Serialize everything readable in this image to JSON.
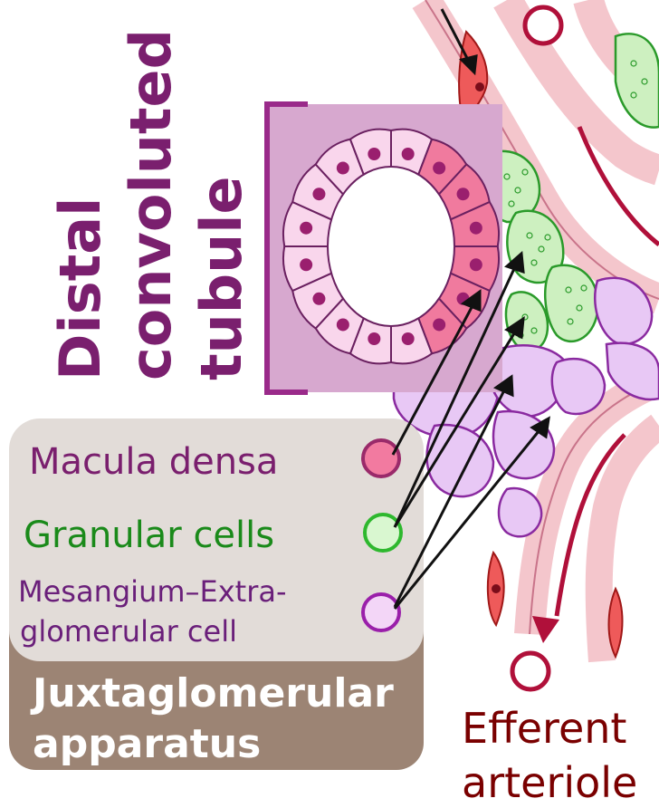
{
  "labels": {
    "dct": [
      "Distal",
      "convoluted",
      "tubule"
    ],
    "macula_densa": "Macula densa",
    "granular_cells": "Granular cells",
    "mesangium": [
      "Mesangium–Extra-",
      "glomerular cell"
    ],
    "jga": [
      "Juxtaglomerular",
      "apparatus"
    ],
    "efferent": [
      "Efferent",
      "arteriole"
    ]
  },
  "colors": {
    "dct_title": "#7a1f6e",
    "macula_text": "#7a1f6e",
    "macula_fill": "#f27aa0",
    "granular_text": "#1a8a1a",
    "granular_fill": "#d9f7d0",
    "granular_stroke": "#2eb82e",
    "mesangium_text": "#6a1f7a",
    "mesangium_fill": "#f3d6f7",
    "mesangium_stroke": "#9a1faa",
    "jga_panel": "#9c8474",
    "legend_panel": "#e2dcd8",
    "efferent_text": "#7a0000",
    "vessel": "#b0103a",
    "tubule_bg": "#d7a8cf"
  }
}
